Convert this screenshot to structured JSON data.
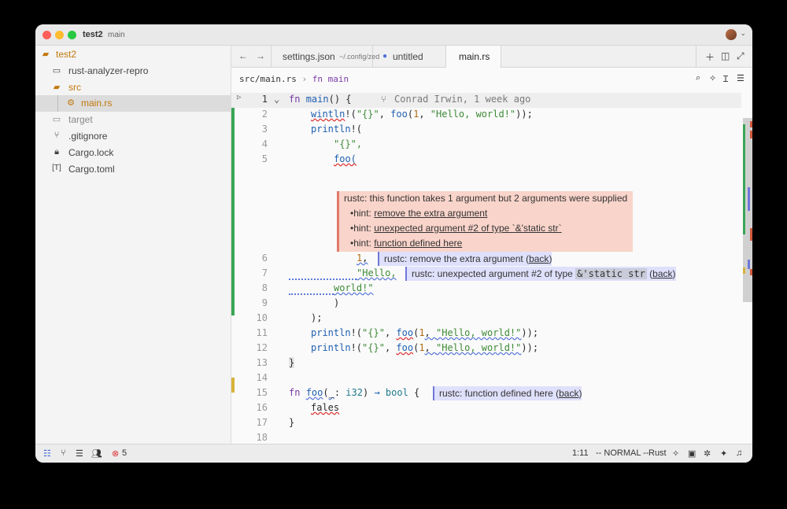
{
  "titlebar": {
    "project": "test2",
    "branch": "main"
  },
  "sidebar": {
    "root": "test2",
    "items": [
      {
        "label": "rust-analyzer-repro",
        "icon": "folder-icon"
      },
      {
        "label": "src",
        "icon": "folder-open-icon"
      },
      {
        "label": "main.rs",
        "icon": "rust-file-icon"
      },
      {
        "label": "target",
        "icon": "folder-icon"
      },
      {
        "label": ".gitignore",
        "icon": "git-icon"
      },
      {
        "label": "Cargo.lock",
        "icon": "lock-icon"
      },
      {
        "label": "Cargo.toml",
        "icon": "toml-icon"
      }
    ]
  },
  "tabs": [
    {
      "label": "settings.json",
      "path": "~/.config/zed"
    },
    {
      "label": "untitled"
    },
    {
      "label": "main.rs"
    }
  ],
  "breadcrumb": {
    "path": "src/main.rs",
    "separator": "›",
    "symbol": "fn main"
  },
  "blame": "Conrad Irwin, 1 week ago",
  "line_numbers": [
    "1",
    "2",
    "3",
    "4",
    "5",
    "6",
    "7",
    "8",
    "9",
    "10",
    "11",
    "12",
    "13",
    "14",
    "15",
    "16",
    "17",
    "18"
  ],
  "code": {
    "l1": [
      "fn ",
      "main",
      "() {"
    ],
    "l2": [
      "wintln",
      "!(",
      "\"{}\"",
      ", ",
      "foo",
      "(",
      "1",
      ", ",
      "\"Hello, world!\"",
      "));"
    ],
    "l3": [
      "println",
      "!("
    ],
    "l4": "\"{}\",",
    "l5": "foo(",
    "l6a": "1",
    "l6b": ",",
    "l7": "\"Hello,",
    "l8": "world!\"",
    "l9": ")",
    "l10": ");",
    "l11": [
      "println",
      "!(",
      "\"{}\"",
      ", ",
      "foo",
      "(",
      "1",
      ", ",
      "\"Hello, world!\"",
      "));"
    ],
    "l12": [
      "println",
      "!(",
      "\"{}\"",
      ", ",
      "foo",
      "(",
      "1",
      ", ",
      "\"Hello, world!\"",
      "));"
    ],
    "l13": "}",
    "l15": [
      "fn ",
      "foo",
      "(",
      "_",
      ": ",
      "i32",
      ") ",
      "→",
      " ",
      "bool",
      " {"
    ],
    "l16": "fales",
    "l17": "}"
  },
  "diagnostics": {
    "main_error": "rustc: this function takes 1 argument but 2 arguments were supplied",
    "hints": [
      {
        "prefix": "•hint: ",
        "text": "remove the extra argument"
      },
      {
        "prefix": "•hint: ",
        "text": "unexpected argument #2 of type `&'static str`"
      },
      {
        "prefix": "•hint: ",
        "text": "function defined here"
      }
    ],
    "inline_remove": {
      "text": "rustc: remove the extra argument (",
      "link": "back",
      "close": ")"
    },
    "inline_unexpected": {
      "text": "rustc: unexpected argument #2 of type ",
      "code": "&'static str",
      "link": "back",
      "close": ")"
    },
    "inline_defined": {
      "text": "rustc: function defined here (",
      "link": "back",
      "close": ")"
    }
  },
  "statusbar": {
    "errors": "5",
    "position": "1:11",
    "mode": "-- NORMAL --",
    "language": "Rust"
  },
  "colors": {
    "error": "#d33",
    "hint_bg": "#dfe0fb",
    "error_bg": "#f9d4ca",
    "git_added": "#3aa655",
    "git_modified": "#d8b23a"
  }
}
